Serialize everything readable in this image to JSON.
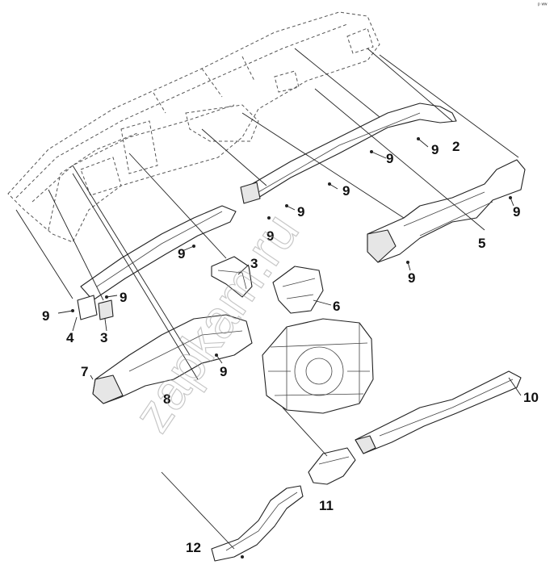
{
  "diagram": {
    "callouts": {
      "c1": "9",
      "c2": "2",
      "c3": "9",
      "c4": "9",
      "c5": "9",
      "c6": "9",
      "c7": "9",
      "c8": "5",
      "c9": "9",
      "c10": "3",
      "c11": "6",
      "c12": "9",
      "c13": "9",
      "c14": "4",
      "c15": "3",
      "c16": "7",
      "c17": "8",
      "c18": "9",
      "c19": "10",
      "c20": "11",
      "c21": "12"
    },
    "watermark": "zapkam.ru",
    "corner_mark": "ᵖ ʷʷ"
  }
}
